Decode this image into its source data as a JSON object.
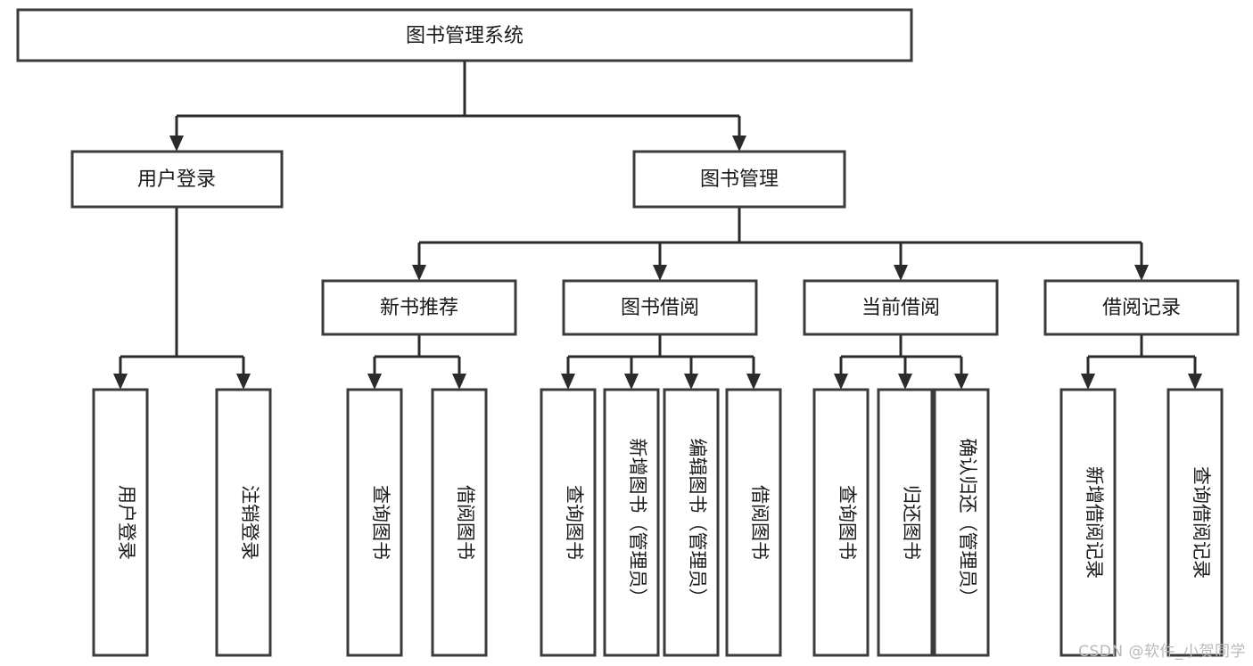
{
  "diagram": {
    "title": "图书管理系统",
    "type": "hierarchy-tree",
    "watermark": "CSDN @软件_小贺同学",
    "colors": {
      "box_stroke": "#3b3b3b",
      "box_fill": "#ffffff",
      "connector": "#2b2b2b",
      "text": "#1a1a1a",
      "watermark": "#b9b9b9",
      "background": "#ffffff"
    },
    "root": {
      "label": "图书管理系统"
    },
    "level1": [
      {
        "label": "用户登录"
      },
      {
        "label": "图书管理"
      }
    ],
    "level2": [
      {
        "label": "新书推荐"
      },
      {
        "label": "图书借阅"
      },
      {
        "label": "当前借阅"
      },
      {
        "label": "借阅记录"
      }
    ],
    "leaves": {
      "user_login": [
        {
          "label": "用户登录"
        },
        {
          "label": "注销登录"
        }
      ],
      "new_book_recommend": [
        {
          "label": "查询图书"
        },
        {
          "label": "借阅图书"
        }
      ],
      "book_borrow": [
        {
          "label": "查询图书"
        },
        {
          "label": "新增图书（管理员）"
        },
        {
          "label": "编辑图书（管理员）"
        },
        {
          "label": "借阅图书"
        }
      ],
      "current_borrow": [
        {
          "label": "查询图书"
        },
        {
          "label": "归还图书"
        },
        {
          "label": "确认归还（管理员）"
        }
      ],
      "borrow_record": [
        {
          "label": "新增借阅记录"
        },
        {
          "label": "查询借阅记录"
        }
      ]
    }
  }
}
